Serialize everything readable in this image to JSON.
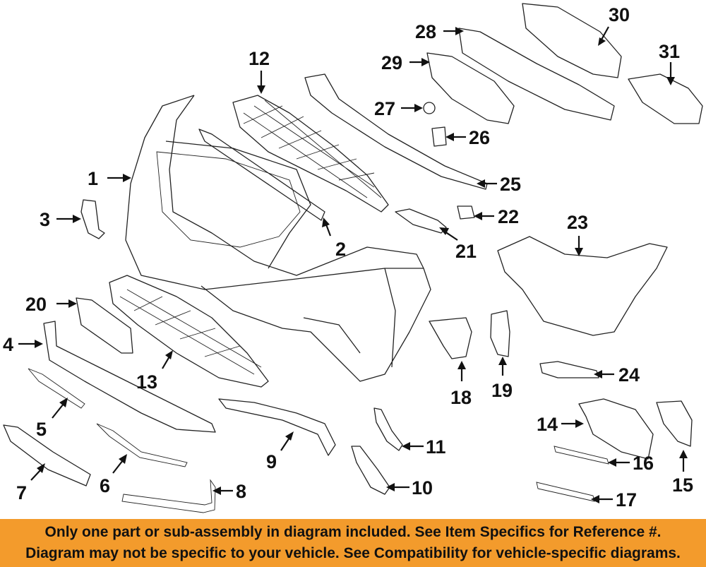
{
  "callouts": [
    {
      "id": "1",
      "label": "1"
    },
    {
      "id": "2",
      "label": "2"
    },
    {
      "id": "3",
      "label": "3"
    },
    {
      "id": "4",
      "label": "4"
    },
    {
      "id": "5",
      "label": "5"
    },
    {
      "id": "6",
      "label": "6"
    },
    {
      "id": "7",
      "label": "7"
    },
    {
      "id": "8",
      "label": "8"
    },
    {
      "id": "9",
      "label": "9"
    },
    {
      "id": "10",
      "label": "10"
    },
    {
      "id": "11",
      "label": "11"
    },
    {
      "id": "12",
      "label": "12"
    },
    {
      "id": "13",
      "label": "13"
    },
    {
      "id": "14",
      "label": "14"
    },
    {
      "id": "15",
      "label": "15"
    },
    {
      "id": "16",
      "label": "16"
    },
    {
      "id": "17",
      "label": "17"
    },
    {
      "id": "18",
      "label": "18"
    },
    {
      "id": "19",
      "label": "19"
    },
    {
      "id": "20",
      "label": "20"
    },
    {
      "id": "21",
      "label": "21"
    },
    {
      "id": "22",
      "label": "22"
    },
    {
      "id": "23",
      "label": "23"
    },
    {
      "id": "24",
      "label": "24"
    },
    {
      "id": "25",
      "label": "25"
    },
    {
      "id": "26",
      "label": "26"
    },
    {
      "id": "27",
      "label": "27"
    },
    {
      "id": "28",
      "label": "28"
    },
    {
      "id": "29",
      "label": "29"
    },
    {
      "id": "30",
      "label": "30"
    },
    {
      "id": "31",
      "label": "31"
    }
  ],
  "footer": {
    "line1": "Only one part or sub-assembly in diagram included. See Item Specifics for Reference #.",
    "line2": "Diagram may not be specific to your vehicle. See Compatibility for vehicle-specific diagrams.",
    "background": "#f39b2c"
  }
}
